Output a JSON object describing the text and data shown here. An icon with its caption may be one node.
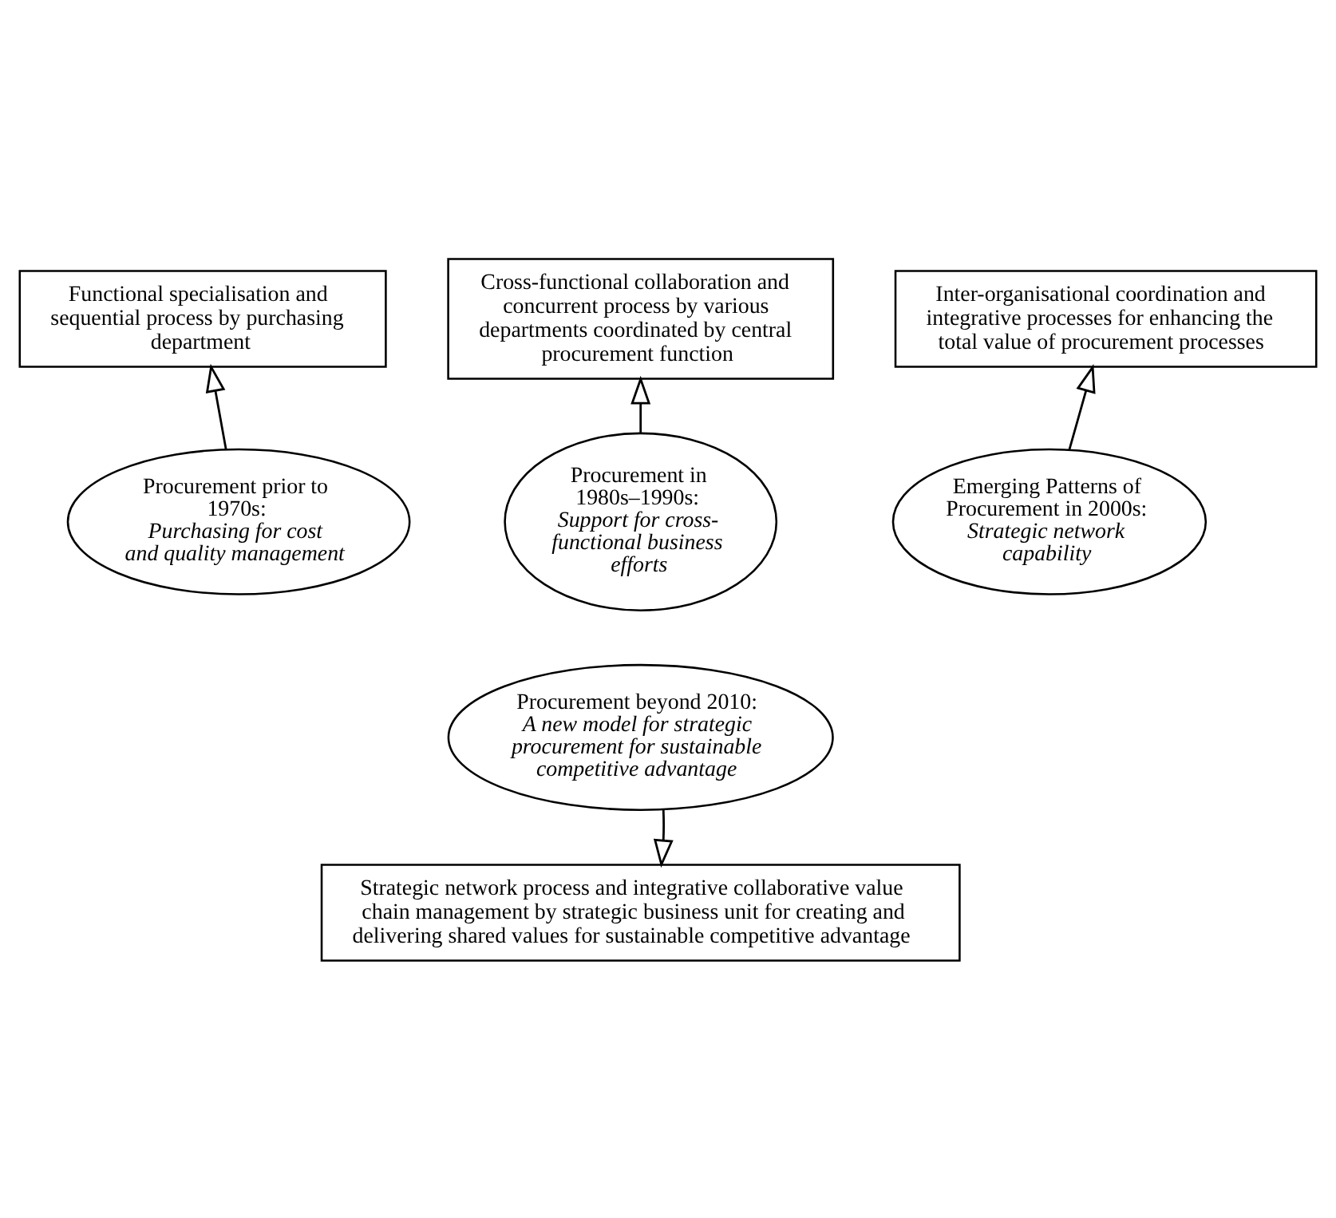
{
  "diagram": {
    "nodes": [
      {
        "text": [
          "Functional specialisation and sequential process by purchasing department"
        ]
      },
      {
        "text": [
          "Procurement prior to 1970s:",
          "Purchasing for cost and quality management"
        ]
      },
      {
        "text": [
          "Cross-functional collaboration and concurrent process by various departments coordinated by central procurement function"
        ]
      },
      {
        "text": [
          "Procurement in 1980s–1990s:",
          "Support for cross-functional business efforts"
        ]
      },
      {
        "text": [
          "Inter-organisational coordination and integrative processes for enhancing the total value of procurement processes"
        ]
      },
      {
        "text": [
          "Emerging Patterns of Procurement in 2000s:",
          "Strategic network capability"
        ]
      },
      {
        "text": [
          "Procurement beyond 2010:",
          "A new model for strategic procurement for sustainable competitive advantage"
        ]
      },
      {
        "text": [
          "Strategic network process and integrative collaborative value chain management by strategic business unit for creating and delivering shared values for sustainable competitive advantage"
        ]
      }
    ],
    "edges": [
      {
        "from": 1,
        "to": 0,
        "arrow": "to"
      },
      {
        "from": 3,
        "to": 2,
        "arrow": "to"
      },
      {
        "from": 5,
        "to": 4,
        "arrow": "to"
      },
      {
        "from": 6,
        "to": 7,
        "arrow": "to"
      }
    ]
  }
}
